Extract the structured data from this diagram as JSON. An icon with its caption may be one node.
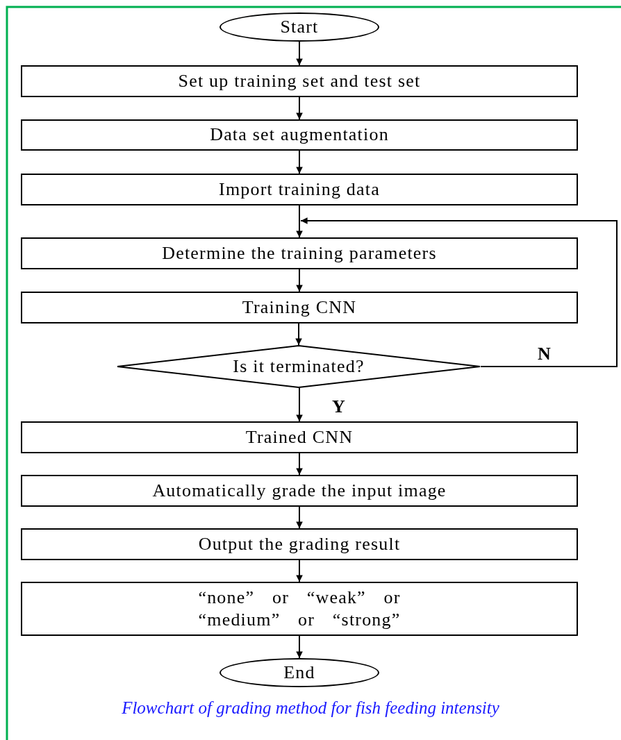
{
  "diagram": {
    "caption": "Flowchart of grading method for fish feeding intensity",
    "nodes": [
      {
        "text": [
          "Start"
        ]
      },
      {
        "text": [
          "Set up training set and test set"
        ]
      },
      {
        "text": [
          "Data set augmentation"
        ]
      },
      {
        "text": [
          "Import training data"
        ]
      },
      {
        "text": [
          "Determine the training parameters"
        ]
      },
      {
        "text": [
          "Training CNN"
        ]
      },
      {
        "text": [
          "Is it terminated?"
        ]
      },
      {
        "text": [
          "Trained CNN"
        ]
      },
      {
        "text": [
          "Automatically grade the input image"
        ]
      },
      {
        "text": [
          "Output the grading result"
        ]
      },
      {
        "text": [
          "“none” or “weak” or “medium” or “strong”"
        ]
      },
      {
        "text": [
          "End"
        ]
      }
    ],
    "edges": [
      {
        "from": 0,
        "to": 1,
        "arrow": "to"
      },
      {
        "from": 1,
        "to": 2,
        "arrow": "to"
      },
      {
        "from": 2,
        "to": 3,
        "arrow": "to"
      },
      {
        "from": 3,
        "to": 4,
        "arrow": "to"
      },
      {
        "from": 4,
        "to": 5,
        "arrow": "to"
      },
      {
        "from": 5,
        "to": 6,
        "arrow": "to"
      },
      {
        "from": 6,
        "to": 7,
        "arrow": "to",
        "label": "Y"
      },
      {
        "from": 6,
        "to": 4,
        "arrow": "to",
        "label": "N"
      },
      {
        "from": 7,
        "to": 8,
        "arrow": "to"
      },
      {
        "from": 8,
        "to": 9,
        "arrow": "to"
      },
      {
        "from": 9,
        "to": 10,
        "arrow": "to"
      },
      {
        "from": 10,
        "to": 11,
        "arrow": "to"
      }
    ]
  }
}
